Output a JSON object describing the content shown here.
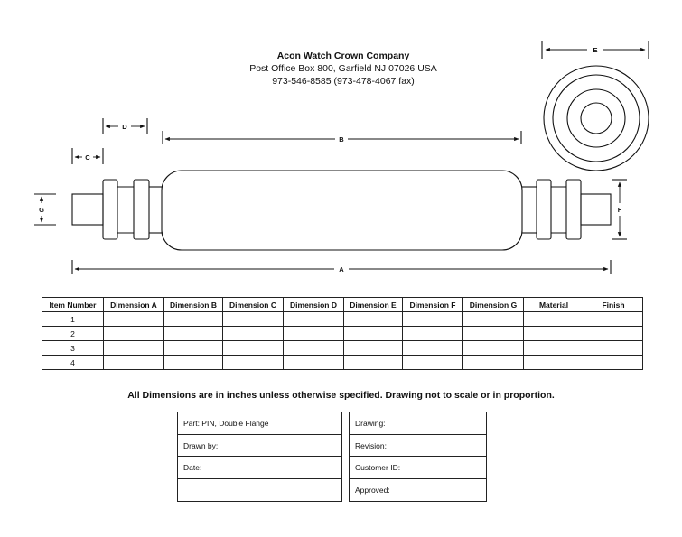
{
  "company": {
    "name": "Acon Watch Crown Company",
    "address": "Post Office Box 800, Garfield NJ  07026 USA",
    "phones": "973-546-8585     (973-478-4067 fax)"
  },
  "dimension_labels": {
    "a": "A",
    "b": "B",
    "c": "C",
    "d": "D",
    "e": "E",
    "f": "F",
    "g": "G"
  },
  "table": {
    "headers": [
      "Item Number",
      "Dimension A",
      "Dimension B",
      "Dimension C",
      "Dimension D",
      "Dimension E",
      "Dimension F",
      "Dimension G",
      "Material",
      "Finish"
    ],
    "rows": [
      "1",
      "2",
      "3",
      "4"
    ]
  },
  "note": "All Dimensions are in inches unless otherwise specified. Drawing not to scale or in proportion.",
  "title_block": {
    "left": [
      "Part:   PIN, Double Flange",
      "Drawn by:",
      "Date:",
      ""
    ],
    "right": [
      "Drawing:",
      "Revision:",
      "Customer ID:",
      "Approved:"
    ]
  }
}
